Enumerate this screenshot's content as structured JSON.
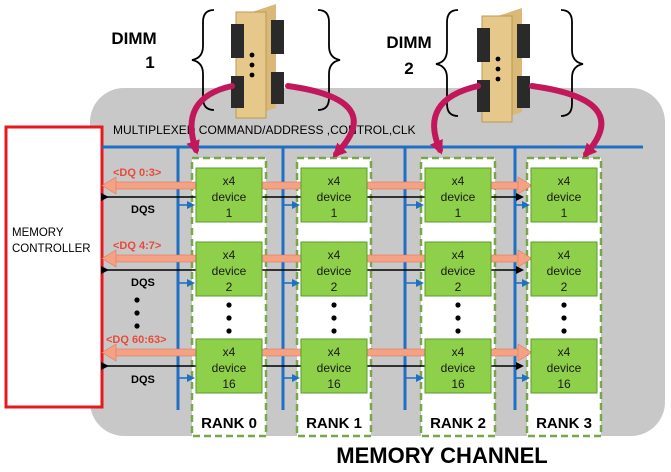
{
  "dimms": [
    {
      "label_line1": "DIMM",
      "label_line2": "1"
    },
    {
      "label_line1": "DIMM",
      "label_line2": "2"
    }
  ],
  "bus_label": "MULTIPLEXED COMMAND/ADDRESS ,CONTROL,CLK",
  "memory_controller": {
    "line1": "MEMORY",
    "line2": "CONTROLLER"
  },
  "dq_labels": [
    "<DQ 0:3>",
    "<DQ 4:7>",
    "<DQ 60:63>"
  ],
  "dqs_label": "DQS",
  "device": {
    "line1": "x4",
    "line2": "device"
  },
  "device_numbers": [
    "1",
    "2",
    "16"
  ],
  "ranks": [
    "RANK 0",
    "RANK 1",
    "RANK 2",
    "RANK 3"
  ],
  "channel_title": "MEMORY CHANNEL",
  "colors": {
    "channel_bg": "#c8c8c8",
    "controller_border": "#e8191c",
    "bus_blue": "#1f6fc5",
    "device_green": "#8fd04a",
    "rank_border": "#76a84a",
    "dq_arrow": "#f4a184",
    "dq_text": "#e84a3a",
    "curve_arrow": "#c2185b",
    "dimm_gold": "#e6c98a"
  }
}
